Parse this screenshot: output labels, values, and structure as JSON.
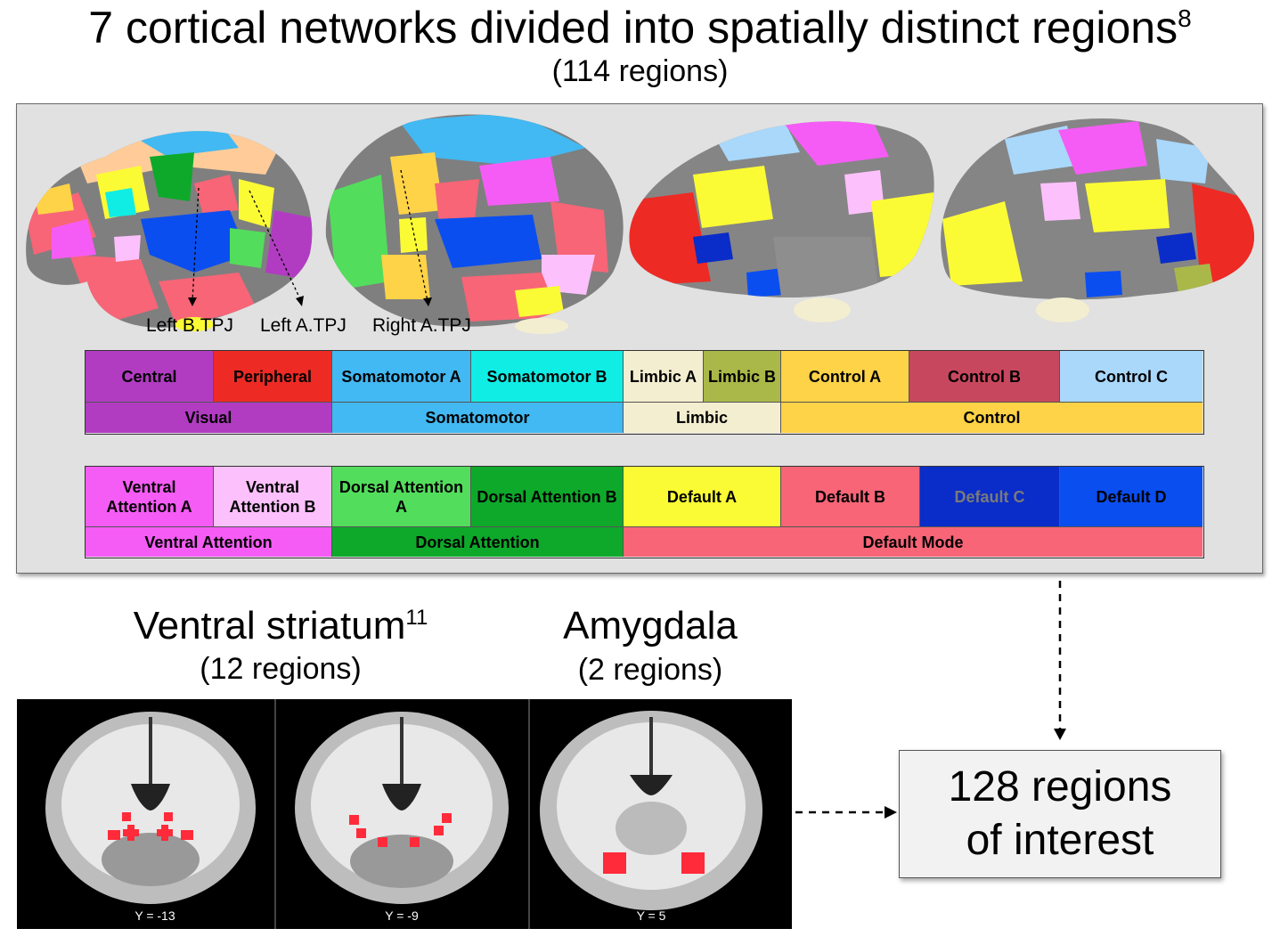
{
  "header": {
    "title": "7 cortical networks divided into spatially distinct regions",
    "title_ref": "8",
    "subtitle": "(114 regions)"
  },
  "cortex_panel": {
    "labels": {
      "left_b_tpj": "Left B.TPJ",
      "left_a_tpj": "Left A.TPJ",
      "right_a_tpj": "Right A.TPJ"
    }
  },
  "legend_top": {
    "subnetworks": [
      {
        "label": "Central",
        "color": "#b13cc2"
      },
      {
        "label": "Peripheral",
        "color": "#ee2a24"
      },
      {
        "label": "Somatomotor A",
        "color": "#42b9f2"
      },
      {
        "label": "Somatomotor B",
        "color": "#10ede5"
      },
      {
        "label": "Limbic A",
        "color": "#f4eed0"
      },
      {
        "label": "Limbic B",
        "color": "#aab84a"
      },
      {
        "label": "Control A",
        "color": "#ffd347"
      },
      {
        "label": "Control B",
        "color": "#c7485e"
      },
      {
        "label": "Control C",
        "color": "#a9d8fb"
      }
    ],
    "networks": [
      {
        "label": "Visual",
        "color": "#b13cc2"
      },
      {
        "label": "Somatomotor",
        "color": "#42b9f2"
      },
      {
        "label": "Limbic",
        "color": "#f4eed0"
      },
      {
        "label": "Control",
        "color": "#ffd347"
      }
    ]
  },
  "legend_bottom": {
    "subnetworks": [
      {
        "label": "Ventral Attention A",
        "color": "#f55cf5"
      },
      {
        "label": "Ventral Attention B",
        "color": "#fcc1fc"
      },
      {
        "label": "Dorsal Attention A",
        "color": "#53dd5c"
      },
      {
        "label": "Dorsal Attention B",
        "color": "#0ea92a"
      },
      {
        "label": "Default A",
        "color": "#fbfb35"
      },
      {
        "label": "Default B",
        "color": "#f76577"
      },
      {
        "label": "Default C",
        "color": "#0a2cc8",
        "text_color": "#7a7a7a"
      },
      {
        "label": "Default D",
        "color": "#0b4ef0"
      }
    ],
    "networks": [
      {
        "label": "Ventral Attention",
        "color": "#f55cf5"
      },
      {
        "label": "Dorsal Attention",
        "color": "#0ea92a"
      },
      {
        "label": "Default Mode",
        "color": "#f76577"
      }
    ]
  },
  "ventral_striatum": {
    "title": "Ventral striatum",
    "ref": "11",
    "subtitle": "(12 regions)"
  },
  "amygdala": {
    "title": "Amygdala",
    "subtitle": "(2 regions)"
  },
  "mri_slices": [
    {
      "coord": "Y = -13"
    },
    {
      "coord": "Y = -9"
    },
    {
      "coord": "Y = 5"
    }
  ],
  "result": {
    "line1": "128 regions",
    "line2": "of interest"
  }
}
